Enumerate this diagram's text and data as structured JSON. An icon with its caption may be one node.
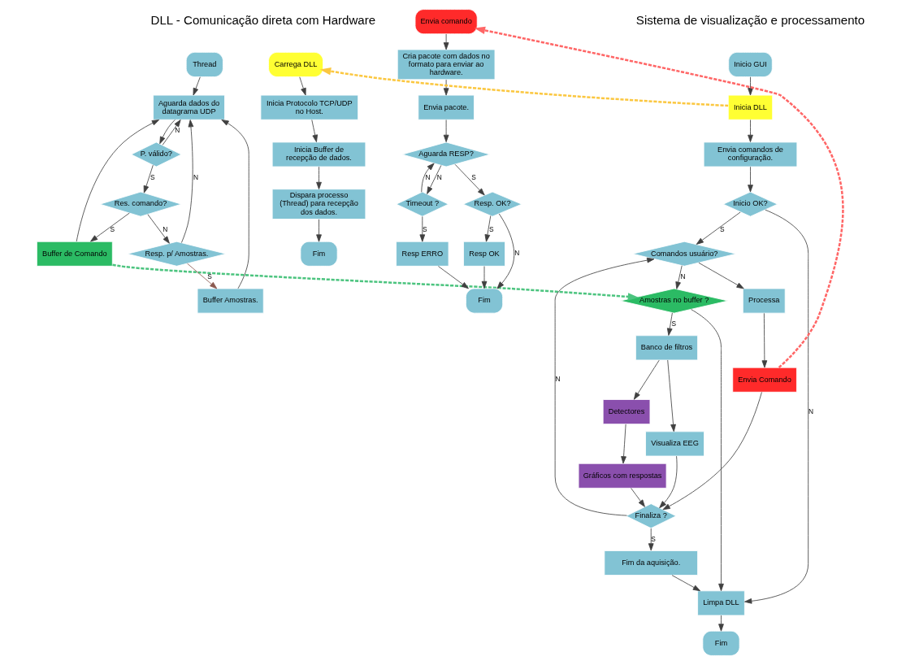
{
  "diagram": {
    "nodes": [
      {
        "text": [
          "Carrega DLL"
        ]
      },
      {
        "text": [
          "Inicia Protocolo TCP/UDP no Host."
        ]
      },
      {
        "text": [
          "Inicia Buffer de recepção de dados."
        ]
      },
      {
        "text": [
          "Dispara processo (Thread) para recepção dos dados."
        ]
      },
      {
        "text": [
          "Fim"
        ]
      },
      {
        "text": [
          "Thread"
        ]
      },
      {
        "text": [
          "Aguarda dados do datagrama UDP"
        ]
      },
      {
        "text": [
          "P. válido?"
        ]
      },
      {
        "text": [
          "Res. comando?"
        ]
      },
      {
        "text": [
          "Buffer de Comando"
        ]
      },
      {
        "text": [
          "Resp. p/ Amostras."
        ]
      },
      {
        "text": [
          "Buffer Amostras."
        ]
      },
      {
        "text": [
          "Envia comando"
        ]
      },
      {
        "text": [
          "Cria pacote com dados no formato para enviar ao hardware."
        ]
      },
      {
        "text": [
          "Envia pacote."
        ]
      },
      {
        "text": [
          "Aguarda RESP?"
        ]
      },
      {
        "text": [
          "Resp. OK?"
        ]
      },
      {
        "text": [
          "Resp OK"
        ]
      },
      {
        "text": [
          "Timeout ?"
        ]
      },
      {
        "text": [
          "Resp ERRO"
        ]
      },
      {
        "text": [
          "Fim"
        ]
      },
      {
        "text": [
          "Inicio GUI"
        ]
      },
      {
        "text": [
          "Inicia DLL"
        ]
      },
      {
        "text": [
          "Envia comandos de configuração."
        ]
      },
      {
        "text": [
          "Inicio OK?"
        ]
      },
      {
        "text": [
          "Comandos usuário?"
        ]
      },
      {
        "text": [
          "Processa"
        ]
      },
      {
        "text": [
          "Envia Comando"
        ]
      },
      {
        "text": [
          "Amostras no buffer ?"
        ]
      },
      {
        "text": [
          "Banco de filtros"
        ]
      },
      {
        "text": [
          "Detectores"
        ]
      },
      {
        "text": [
          "Visualiza EEG"
        ]
      },
      {
        "text": [
          "Gráficos com respostas"
        ]
      },
      {
        "text": [
          "Finaliza ?"
        ]
      },
      {
        "text": [
          "Fim da aquisição."
        ]
      },
      {
        "text": [
          "Limpa DLL"
        ]
      },
      {
        "text": [
          "Fim"
        ]
      }
    ],
    "edges": [
      {
        "from": 0,
        "to": 1,
        "arrow": "to"
      },
      {
        "from": 1,
        "to": 2,
        "arrow": "to"
      },
      {
        "from": 2,
        "to": 3,
        "arrow": "to"
      },
      {
        "from": 3,
        "to": 4,
        "arrow": "to"
      },
      {
        "from": 5,
        "to": 6,
        "arrow": "to"
      },
      {
        "from": 6,
        "to": 7,
        "arrow": "to"
      },
      {
        "from": 7,
        "to": 6,
        "arrow": "to",
        "label": "N"
      },
      {
        "from": 7,
        "to": 8,
        "arrow": "to",
        "label": "S"
      },
      {
        "from": 8,
        "to": 9,
        "arrow": "to",
        "label": "S"
      },
      {
        "from": 9,
        "to": 6,
        "arrow": "to"
      },
      {
        "from": 8,
        "to": 10,
        "arrow": "to",
        "label": "N"
      },
      {
        "from": 10,
        "to": 11,
        "arrow": "to",
        "label": "S",
        "color": "#8b5a50"
      },
      {
        "from": 11,
        "to": 6,
        "arrow": "to"
      },
      {
        "from": 10,
        "to": 6,
        "arrow": "to",
        "label": "N"
      },
      {
        "from": 12,
        "to": 13,
        "arrow": "to"
      },
      {
        "from": 13,
        "to": 14,
        "arrow": "to"
      },
      {
        "from": 14,
        "to": 15,
        "arrow": "to"
      },
      {
        "from": 15,
        "to": 16,
        "arrow": "to",
        "label": "S"
      },
      {
        "from": 16,
        "to": 17,
        "arrow": "to",
        "label": "S"
      },
      {
        "from": 16,
        "to": 20,
        "arrow": "to",
        "label": "N"
      },
      {
        "from": 17,
        "to": 20,
        "arrow": "to"
      },
      {
        "from": 15,
        "to": 18,
        "arrow": "to",
        "label": "N"
      },
      {
        "from": 18,
        "to": 15,
        "arrow": "to",
        "label": "N"
      },
      {
        "from": 18,
        "to": 19,
        "arrow": "to",
        "label": "S"
      },
      {
        "from": 19,
        "to": 20,
        "arrow": "to"
      },
      {
        "from": 21,
        "to": 22,
        "arrow": "to"
      },
      {
        "from": 22,
        "to": 23,
        "arrow": "to"
      },
      {
        "from": 23,
        "to": 24,
        "arrow": "to"
      },
      {
        "from": 24,
        "to": 25,
        "arrow": "to",
        "label": "S"
      },
      {
        "from": 24,
        "to": 35,
        "arrow": "to",
        "label": "N"
      },
      {
        "from": 25,
        "to": 26,
        "arrow": "to"
      },
      {
        "from": 26,
        "to": 27,
        "arrow": "to"
      },
      {
        "from": 25,
        "to": 28,
        "arrow": "to",
        "label": "N"
      },
      {
        "from": 28,
        "to": 29,
        "arrow": "to",
        "label": "S"
      },
      {
        "from": 28,
        "to": 35,
        "arrow": "to"
      },
      {
        "from": 29,
        "to": 30,
        "arrow": "to"
      },
      {
        "from": 29,
        "to": 31,
        "arrow": "to"
      },
      {
        "from": 30,
        "to": 32,
        "arrow": "to"
      },
      {
        "from": 31,
        "to": 33,
        "arrow": "to"
      },
      {
        "from": 32,
        "to": 33,
        "arrow": "to"
      },
      {
        "from": 27,
        "to": 33,
        "arrow": "to"
      },
      {
        "from": 33,
        "to": 25,
        "arrow": "to",
        "label": "N"
      },
      {
        "from": 33,
        "to": 34,
        "arrow": "to",
        "label": "S"
      },
      {
        "from": 34,
        "to": 35,
        "arrow": "to"
      },
      {
        "from": 35,
        "to": 36,
        "arrow": "to"
      },
      {
        "from": 22,
        "to": 0,
        "arrow": "to",
        "style": "dashed",
        "color": "#fbc740"
      },
      {
        "from": 9,
        "to": 28,
        "arrow": "to",
        "style": "dashed",
        "color": "#4cc47f"
      },
      {
        "from": 27,
        "to": 12,
        "arrow": "to",
        "style": "dashed",
        "color": "#ff6666"
      }
    ],
    "labels": [
      "DLL - Comunicação direta com Hardware",
      "Sistema de visualização e processamento"
    ]
  }
}
